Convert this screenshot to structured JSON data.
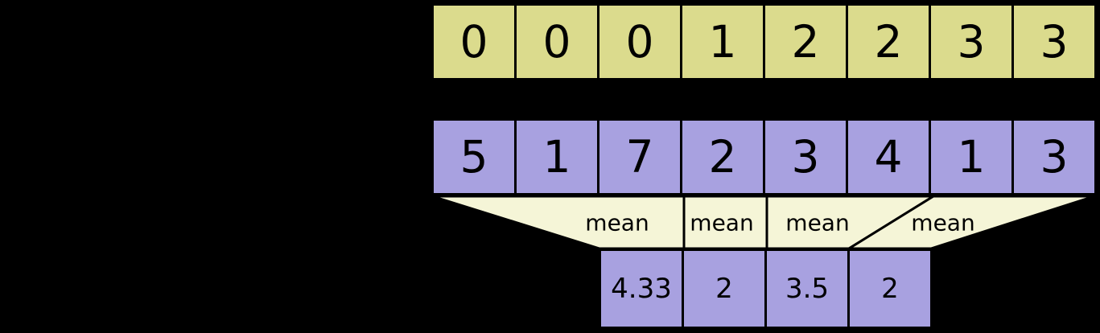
{
  "diagram": {
    "background": "#000000",
    "colors": {
      "segment_ids_fill": "#dbdb8d",
      "data_fill": "#a8a1e0",
      "funnel_fill": "#f5f5d7",
      "border": "#000000"
    },
    "segment_ids": {
      "cells": [
        "0",
        "0",
        "0",
        "1",
        "2",
        "2",
        "3",
        "3"
      ]
    },
    "data": {
      "cells": [
        "5",
        "1",
        "7",
        "2",
        "3",
        "4",
        "1",
        "3"
      ]
    },
    "operations": {
      "labels": [
        "mean",
        "mean",
        "mean",
        "mean"
      ]
    },
    "output": {
      "cells": [
        "4.33",
        "2",
        "3.5",
        "2"
      ]
    }
  }
}
